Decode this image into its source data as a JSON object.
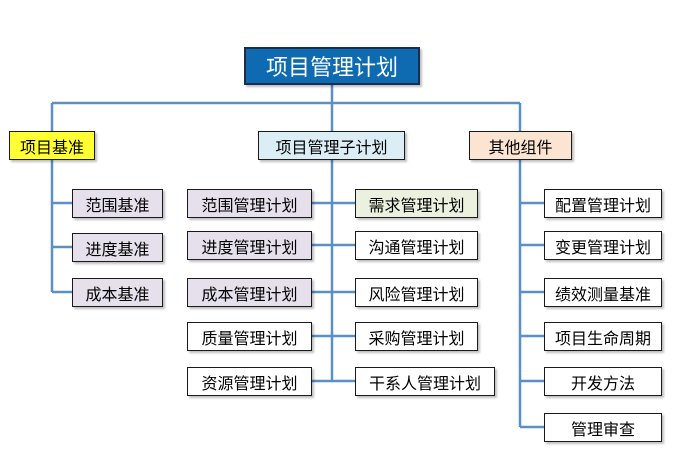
{
  "root": "项目管理计划",
  "headers": {
    "baseline": "项目基准",
    "subplans": "项目管理子计划",
    "other": "其他组件"
  },
  "baselines": [
    "范围基准",
    "进度基准",
    "成本基准"
  ],
  "subplans_left": [
    "范围管理计划",
    "进度管理计划",
    "成本管理计划",
    "质量管理计划",
    "资源管理计划"
  ],
  "subplans_right": [
    "需求管理计划",
    "沟通管理计划",
    "风险管理计划",
    "采购管理计划",
    "干系人管理计划"
  ],
  "other_components": [
    "配置管理计划",
    "变更管理计划",
    "绩效测量基准",
    "项目生命周期",
    "开发方法",
    "管理审查"
  ],
  "colors": {
    "root_fill": "#0e6ab1",
    "connector": "#5b8fc7",
    "baseline_header": "#ffff33",
    "subplan_header": "#dbeef6",
    "other_header": "#fce4d2",
    "lavender": "#e6e0ec",
    "green": "#ebf1de"
  }
}
